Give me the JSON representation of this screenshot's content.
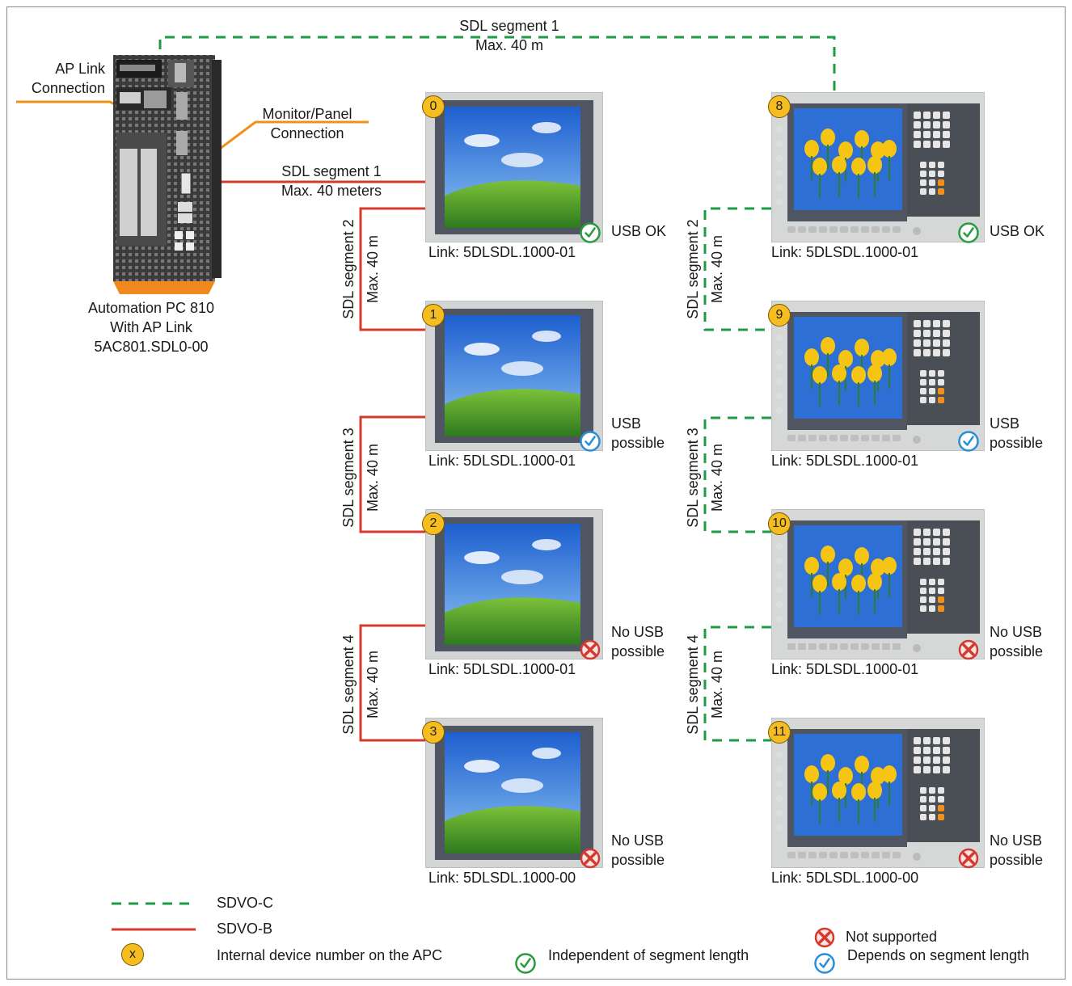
{
  "pc": {
    "ap_link_label": [
      "AP Link",
      "Connection"
    ],
    "monitor_label": [
      "Monitor/Panel",
      "Connection"
    ],
    "name": [
      "Automation PC 810",
      "With AP Link",
      "5AC801.SDL0-00"
    ]
  },
  "top_segment": [
    "SDL segment 1",
    "Max. 40 m"
  ],
  "sdl1_left": [
    "SDL segment 1",
    "Max. 40 meters"
  ],
  "left_segments": [
    {
      "name": "SDL segment 2",
      "max": "Max. 40 m"
    },
    {
      "name": "SDL segment 3",
      "max": "Max. 40 m"
    },
    {
      "name": "SDL segment 4",
      "max": "Max. 40 m"
    }
  ],
  "right_segments": [
    {
      "name": "SDL segment 2",
      "max": "Max. 40 m"
    },
    {
      "name": "SDL segment 3",
      "max": "Max. 40 m"
    },
    {
      "name": "SDL segment 4",
      "max": "Max. 40 m"
    }
  ],
  "left_panels": [
    {
      "number": "0",
      "link": "Link: 5DLSDL.1000-01",
      "usb": [
        "USB OK",
        ""
      ],
      "status": "ok"
    },
    {
      "number": "1",
      "link": "Link: 5DLSDL.1000-01",
      "usb": [
        "USB",
        "possible"
      ],
      "status": "depends"
    },
    {
      "number": "2",
      "link": "Link: 5DLSDL.1000-01",
      "usb": [
        "No USB",
        "possible"
      ],
      "status": "no"
    },
    {
      "number": "3",
      "link": "Link: 5DLSDL.1000-00",
      "usb": [
        "No USB",
        "possible"
      ],
      "status": "no"
    }
  ],
  "right_panels": [
    {
      "number": "8",
      "link": "Link: 5DLSDL.1000-01",
      "usb": [
        "USB OK",
        ""
      ],
      "status": "ok"
    },
    {
      "number": "9",
      "link": "Link: 5DLSDL.1000-01",
      "usb": [
        "USB",
        "possible"
      ],
      "status": "depends"
    },
    {
      "number": "10",
      "link": "Link: 5DLSDL.1000-01",
      "usb": [
        "No USB",
        "possible"
      ],
      "status": "no"
    },
    {
      "number": "11",
      "link": "Link: 5DLSDL.1000-00",
      "usb": [
        "No USB",
        "possible"
      ],
      "status": "no"
    }
  ],
  "legend": {
    "sdvo_c": "SDVO-C",
    "sdvo_b": "SDVO-B",
    "badge_symbol": "x",
    "badge_text": "Internal device number on the APC",
    "independent": "Independent of segment length",
    "not_supported": "Not supported",
    "depends": "Depends on segment length"
  },
  "colors": {
    "sdvo_c": "#1f9a45",
    "sdvo_b": "#d63a2c",
    "badge": "#f5bd1f",
    "ok": "#2a9a3f",
    "depends": "#2a8fd6",
    "no": "#d33a2f",
    "leader": "#f0901a"
  }
}
